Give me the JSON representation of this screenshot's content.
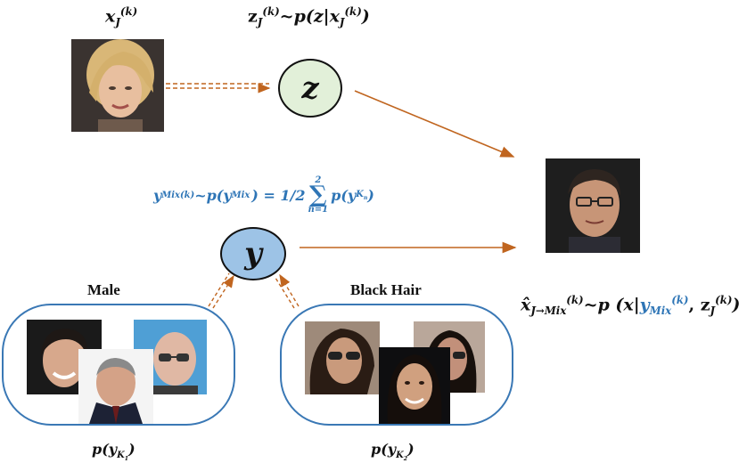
{
  "labels": {
    "x_input": {
      "base": "x",
      "sub": "J",
      "sup": "(k)"
    },
    "z_prior": {
      "z": "z",
      "zsub": "J",
      "zsup": "(k)",
      "rest": "~p(z|x",
      "xsub": "J",
      "xsup": "(k)",
      "close": ")"
    },
    "y_mix": {
      "pre": "y",
      "presub": "Mix",
      "presup": "(k)",
      "mid": "~p(y",
      "midsub": "Mix",
      "eq": ") = 1/2",
      "sum_top": "2",
      "sum_bottom": "n=1",
      "term": "p(y",
      "termsub": "K",
      "termsubsub": "n",
      "close": ")"
    },
    "output": {
      "base": "x̂",
      "sub": "J→Mix",
      "sup": "(k)",
      "rest": "~p (x|",
      "yb": "y",
      "ysub": "Mix",
      "ysup": "(k)",
      "comma": ", z",
      "zsub": "J",
      "zsup": "(k)",
      "close": ")"
    }
  },
  "nodes": {
    "z": "z",
    "y": "y"
  },
  "groups": {
    "male": {
      "title": "Male",
      "caption": "p(y",
      "caption_sub": "K",
      "caption_subsub": "1",
      "caption_close": ")"
    },
    "black_hair": {
      "title": "Black Hair",
      "caption": "p(y",
      "caption_sub": "K",
      "caption_subsub": "2",
      "caption_close": ")"
    }
  },
  "colors": {
    "arrow": "#c0651f",
    "z_node_fill": "#e2f0d9",
    "y_node_fill": "#9dc3e6",
    "group_border": "#3a78b5",
    "accent_text": "#2e75b6"
  },
  "images": {
    "input_face": "blonde-woman-face-photo",
    "output_face": "man-glasses-dark-hair-face-photo",
    "male_faces": [
      "man-dark-hair-smiling-photo",
      "man-suit-grey-hair-photo",
      "bald-man-glasses-photo"
    ],
    "black_hair_faces": [
      "woman-sunglasses-photo",
      "woman-black-hair-smiling-photo",
      "woman-sunglasses-dark-hair-photo"
    ]
  }
}
